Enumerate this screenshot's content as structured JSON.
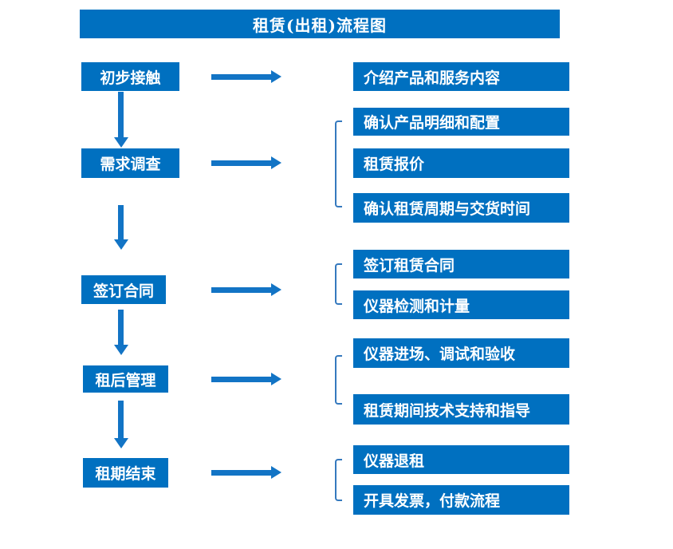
{
  "title": "租赁(出租)流程图",
  "colors": {
    "box-blue": "#0070C0",
    "arrow-blue": "#1274C5",
    "bracket-blue": "#3579BE",
    "text-white": "#FFFFFF"
  },
  "stages": [
    {
      "label": "初步接触",
      "items": [
        "介绍产品和服务内容"
      ]
    },
    {
      "label": "需求调查",
      "items": [
        "确认产品明细和配置",
        "租赁报价",
        "确认租赁周期与交货时间"
      ]
    },
    {
      "label": "签订合同",
      "items": [
        "签订租赁合同",
        "仪器检测和计量"
      ]
    },
    {
      "label": "租后管理",
      "items": [
        "仪器进场、调试和验收",
        "租赁期间技术支持和指导"
      ]
    },
    {
      "label": "租期结束",
      "items": [
        "仪器退租",
        "开具发票，付款流程"
      ]
    }
  ]
}
